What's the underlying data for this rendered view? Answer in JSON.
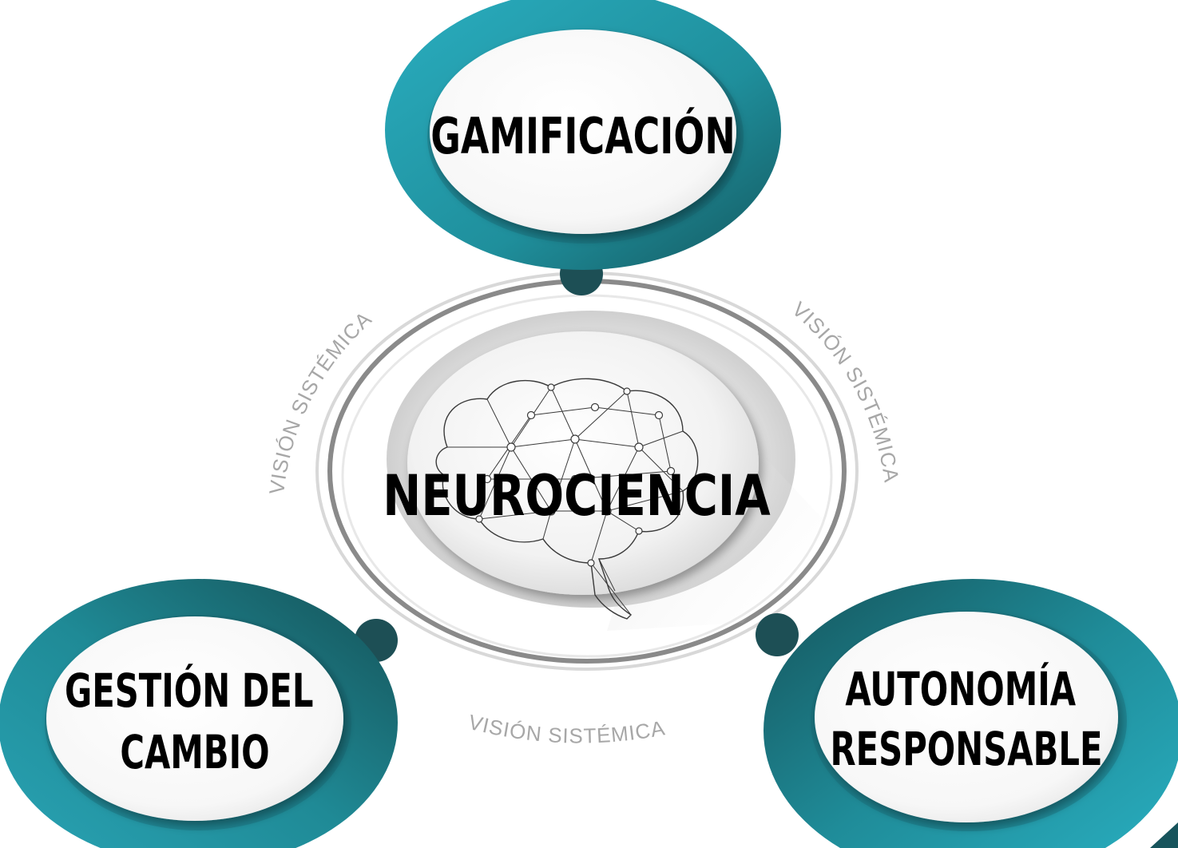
{
  "diagram": {
    "center": {
      "label": "NEUROCIENCIA",
      "icon": "brain-network-icon"
    },
    "nodes": [
      {
        "id": "top",
        "label_lines": [
          "GAMIFICACIÓN"
        ]
      },
      {
        "id": "left",
        "label_lines": [
          "GESTIÓN DEL",
          "CAMBIO"
        ]
      },
      {
        "id": "right",
        "label_lines": [
          "AUTONOMÍA",
          "RESPONSABLE"
        ]
      }
    ],
    "arc_labels": [
      "VISIÓN SISTÉMICA",
      "VISIÓN SISTÉMICA",
      "VISIÓN SISTÉMICA"
    ]
  },
  "colors": {
    "teal_light": "#29a6b8",
    "teal_mid": "#1f8e9c",
    "teal_dark": "#17545c",
    "connector_dot": "#1d4f55",
    "ring_grey": "#8a8a8a",
    "arc_text": "#a7a7a7"
  }
}
